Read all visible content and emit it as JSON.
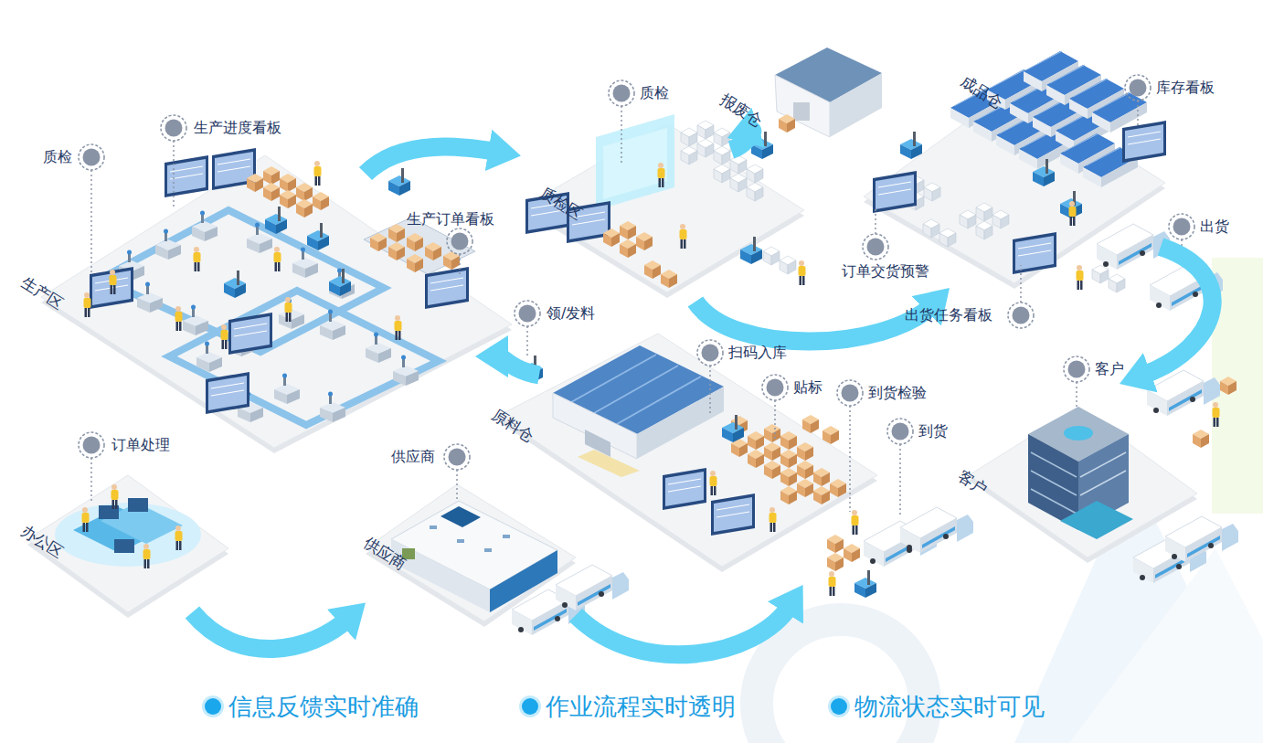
{
  "diagram": {
    "nodes": [
      {
        "text": [
          "生产区"
        ]
      },
      {
        "text": [
          "质检区"
        ]
      },
      {
        "text": [
          "报废仓"
        ]
      },
      {
        "text": [
          "成品仓"
        ]
      },
      {
        "text": [
          "原料仓"
        ]
      },
      {
        "text": [
          "办公区"
        ]
      },
      {
        "text": [
          "供应商"
        ]
      },
      {
        "text": [
          "客户"
        ]
      }
    ],
    "edges": [
      {
        "from": 5,
        "to": 6,
        "arrow": "to"
      },
      {
        "from": 6,
        "to": 4,
        "arrow": "to"
      },
      {
        "from": 4,
        "to": 0,
        "arrow": "to"
      },
      {
        "from": 0,
        "to": 1,
        "arrow": "to"
      },
      {
        "from": 1,
        "to": 2,
        "arrow": "to"
      },
      {
        "from": 1,
        "to": 3,
        "arrow": "to"
      },
      {
        "from": 3,
        "to": 7,
        "arrow": "to"
      }
    ],
    "labels": [
      "质检",
      "生产进度看板",
      "生产订单看板",
      "质检",
      "库存看板",
      "订单交货预警",
      "出货任务看板",
      "出货",
      "领/发料",
      "扫码入库",
      "贴标",
      "到货检验",
      "到货",
      "客户",
      "订单处理",
      "供应商"
    ],
    "legend": [
      {
        "text": "信息反馈实时准确",
        "color": "#1aa7ec"
      },
      {
        "text": "作业流程实时透明",
        "color": "#1aa7ec"
      },
      {
        "text": "物流状态实时可见",
        "color": "#1aa7ec"
      }
    ]
  }
}
